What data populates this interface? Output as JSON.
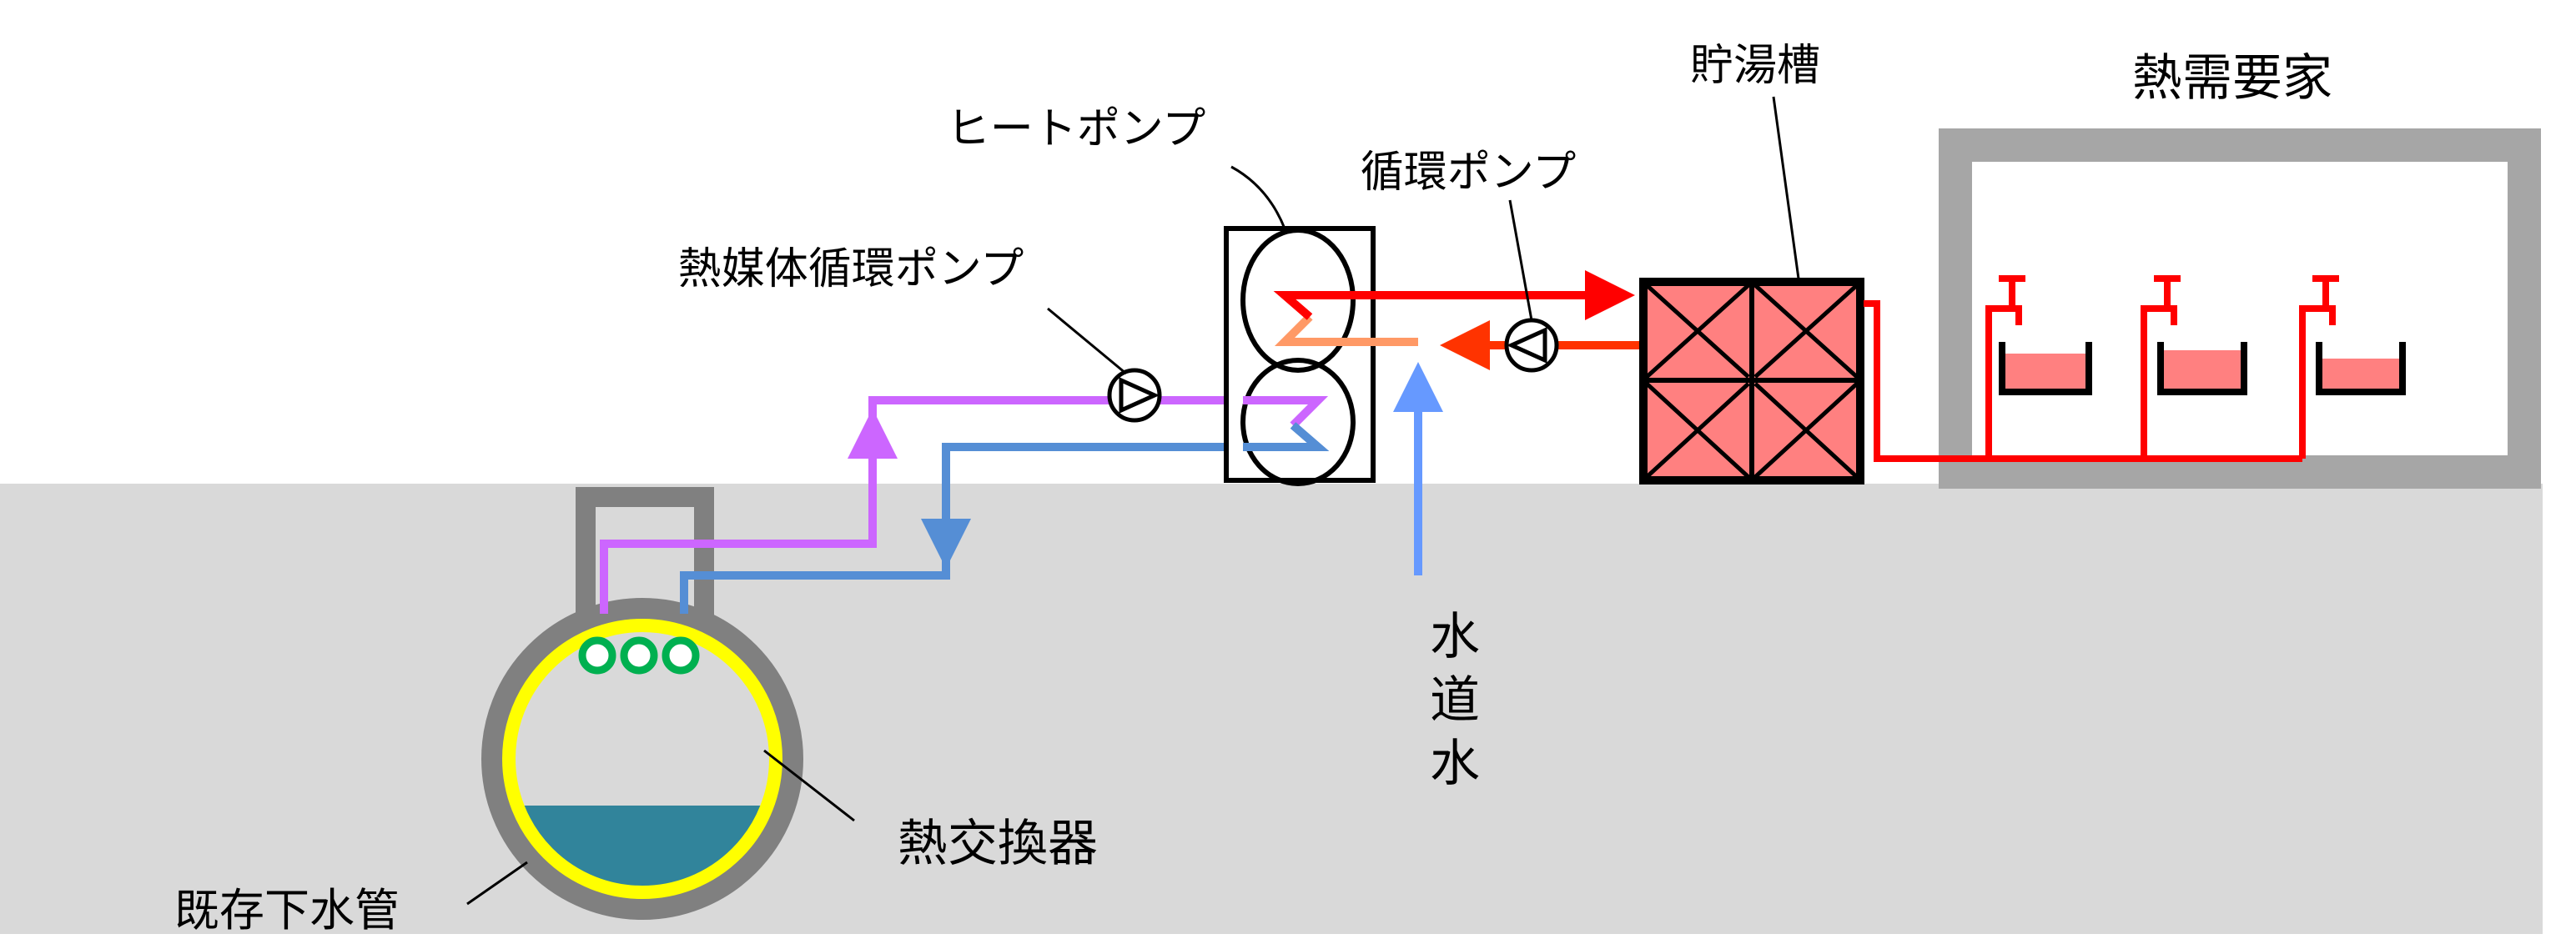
{
  "labels": {
    "heat_consumer": "熱需要家",
    "storage_tank": "貯湯槽",
    "heat_pump": "ヒートポンプ",
    "circulation_pump": "循環ポンプ",
    "heat_medium_pump": "熱媒体循環ポンプ",
    "tap_water": [
      "水",
      "道",
      "水"
    ],
    "heat_exchanger": "熱交換器",
    "existing_sewer": "既存下水管"
  },
  "colors": {
    "ground": "#d9d9d9",
    "hot_water": "#ff0000",
    "return_water": "#ff3300",
    "warm_water": "#ff9966",
    "heat_medium_supply": "#cc66ff",
    "heat_medium_return": "#558ed5",
    "tap_water": "#6699ff",
    "tank_fill": "#ff8080",
    "exchanger": "#ffff00",
    "sewage": "#31849b",
    "exchanger_tubes": "#00b050",
    "building": "#a6a6a6",
    "sewer_wall": "#808080"
  }
}
